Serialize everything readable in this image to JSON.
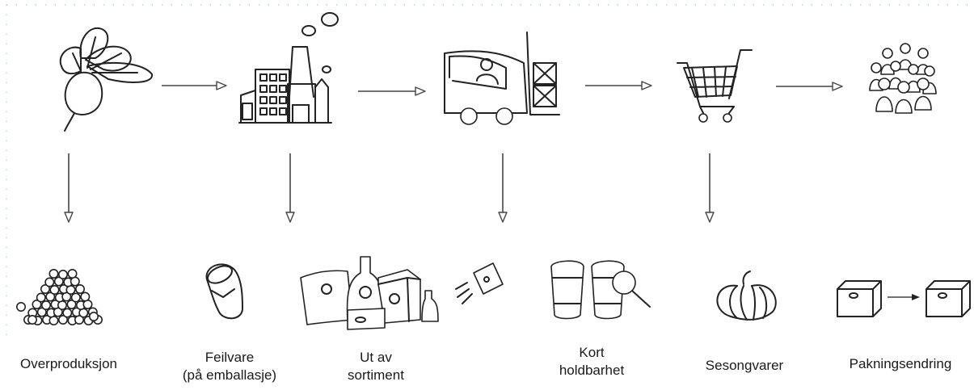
{
  "supply_chain": [
    {
      "id": "produce",
      "icon": "beetroot-icon"
    },
    {
      "id": "factory",
      "icon": "factory-icon"
    },
    {
      "id": "transport",
      "icon": "forklift-icon"
    },
    {
      "id": "store",
      "icon": "shopping-cart-icon"
    },
    {
      "id": "consumers",
      "icon": "people-group-icon"
    }
  ],
  "waste_causes": [
    {
      "lines": [
        "Overproduksjon"
      ],
      "icon": "produce-pile-icon"
    },
    {
      "lines": [
        "Feilvare",
        "(på emballasje)"
      ],
      "icon": "dented-can-icon"
    },
    {
      "lines": [
        "Ut av",
        "sortiment"
      ],
      "icon": "assorted-products-icon"
    },
    {
      "lines": [
        "Kort",
        "holdbarhet"
      ],
      "icon": "cups-magnifier-icon"
    },
    {
      "lines": [
        "Sesongvarer"
      ],
      "icon": "pumpkin-icon"
    },
    {
      "lines": [
        "Pakningsendring"
      ],
      "icon": "package-change-icon"
    }
  ],
  "colors": {
    "ink": "#222222",
    "background": "#ffffff"
  }
}
